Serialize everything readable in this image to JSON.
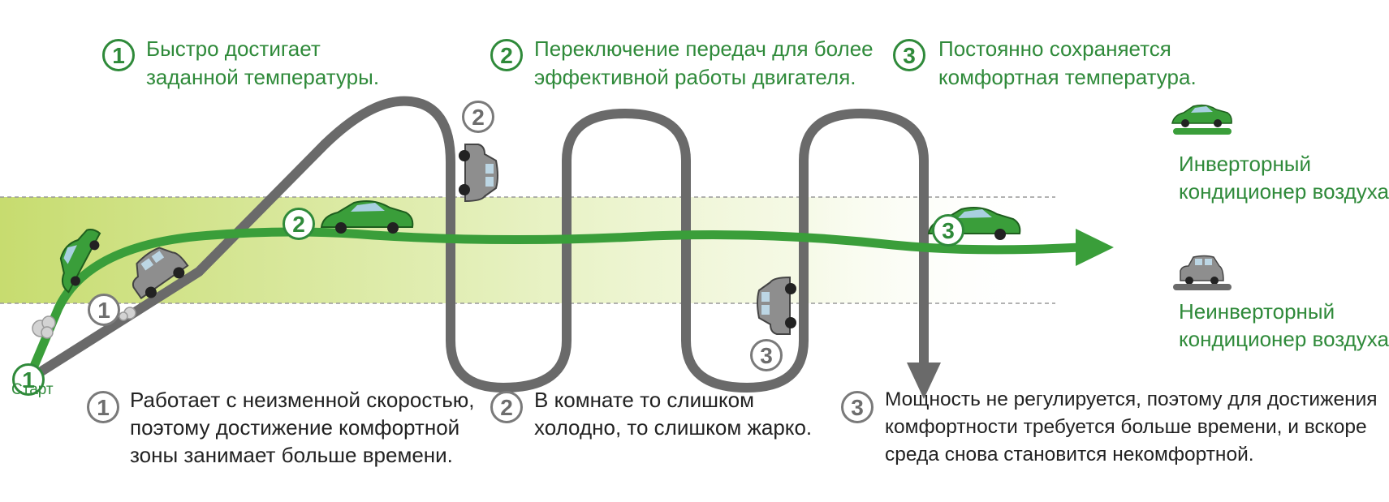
{
  "top_notes": [
    {
      "num": "1",
      "line1": "Быстро достигает",
      "line2": "заданной температуры."
    },
    {
      "num": "2",
      "line1": "Переключение передач для более",
      "line2": "эффективной работы двигателя."
    },
    {
      "num": "3",
      "line1": "Постоянно сохраняется",
      "line2": "комфортная температура."
    }
  ],
  "bottom_notes": [
    {
      "num": "1",
      "line1": "Работает с неизменной скоростью,",
      "line2": "поэтому достижение комфортной",
      "line3": "зоны занимает больше времени."
    },
    {
      "num": "2",
      "line1": "В комнате то слишком",
      "line2": "холодно, то слишком жарко."
    },
    {
      "num": "3",
      "line1": "Мощность не регулируется, поэтому для достижения",
      "line2": "комфортности требуется больше времени, и вскоре",
      "line3": "среда снова становится некомфортной."
    }
  ],
  "start": {
    "num": "1",
    "label": "Старт"
  },
  "legend": {
    "inverter": {
      "line1": "Инверторный",
      "line2": "кондиционер воздуха"
    },
    "non_inverter": {
      "line1": "Неинверторный",
      "line2": "кондиционер воздуха"
    }
  },
  "markers": {
    "green_path": [
      "2",
      "3"
    ],
    "gray_path": [
      "1",
      "2",
      "3"
    ]
  },
  "colors": {
    "inverter_green": "#3a9e3a",
    "non_inverter_gray": "#6a6a6a",
    "comfort_band": "#dbe9a6",
    "text_green": "#2f8a3a"
  }
}
